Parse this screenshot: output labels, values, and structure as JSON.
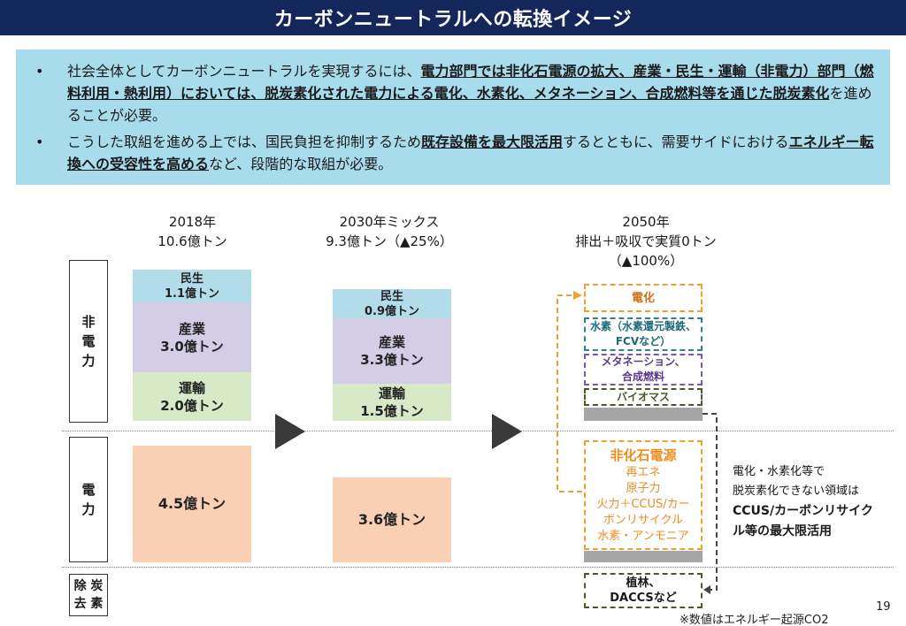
{
  "title": "カーボンニュートラルへの転換イメージ",
  "summary": {
    "bullet_mark": "•",
    "b1_pre": "社会全体としてカーボンニュートラルを実現するには、",
    "b1_bold1": "電力部門では非化石電源の拡大、産業・民生・運輸（非電力）部門（燃料利用・熱利用）においては、脱炭素化された電力による電化、水素化、メタネーション、合成燃料等を通じた脱炭素化",
    "b1_post": "を進めることが必要。",
    "b2_pre": "こうした取組を進める上では、国民負担を抑制するため",
    "b2_bold1": "既存設備を最大限活用",
    "b2_mid": "するとともに、需要サイドにおける",
    "b2_bold2": "エネルギー転換への受容性を高める",
    "b2_post": "など、段階的な取組が必要。"
  },
  "columns": {
    "c2018": {
      "year": "2018年",
      "total": "10.6億トン"
    },
    "c2030": {
      "year": "2030年ミックス",
      "total": "9.3億トン（▲25%）"
    },
    "c2050": {
      "year": "2050年",
      "line1": "排出＋吸収で実質0トン",
      "line2": "（▲100%）"
    }
  },
  "side_labels": {
    "non_power": [
      "非",
      "電",
      "力"
    ],
    "power": [
      "電",
      "力"
    ],
    "removal": [
      "除 炭",
      "去 素"
    ]
  },
  "blocks_2018": {
    "minsei_name": "民生",
    "minsei_val": "1.1億トン",
    "sangyo_name": "産業",
    "sangyo_val": "3.0億トン",
    "unyu_name": "運輸",
    "unyu_val": "2.0億トン",
    "power_val": "4.5億トン"
  },
  "blocks_2030": {
    "minsei_name": "民生",
    "minsei_val": "0.9億トン",
    "sangyo_name": "産業",
    "sangyo_val": "3.3億トン",
    "unyu_name": "運輸",
    "unyu_val": "1.5億トン",
    "power_val": "3.6億トン"
  },
  "blocks_2050": {
    "denka": "電化",
    "suiso_1": "水素（水素還元製鉄、",
    "suiso_2": "FCVなど）",
    "methane_1": "メタネーション、",
    "methane_2": "合成燃料",
    "biomass": "バイオマス",
    "nonfossil_title": "非化石電源",
    "nonfossil_items": [
      "再エネ",
      "原子力",
      "火力＋CCUS/カー",
      "ボンリサイクル",
      "水素・アンモニア"
    ],
    "removal_1": "植林、",
    "removal_2": "DACCSなど"
  },
  "note": {
    "line1": "電化・水素化等で",
    "line2": "脱炭素化できない領域は",
    "line3": "CCUS/カーボンリサイク",
    "line4": "ル等の最大限活用"
  },
  "footnote": "※数値はエネルギー起源CO2",
  "page_number": "19",
  "colors": {
    "title_bg": "#14275a",
    "summary_bg": "#a8dced",
    "minsei": "#b3dceb",
    "sangyo": "#d4cde6",
    "unyu": "#d7e9c7",
    "power": "#fad0b4",
    "orange": "#f0a030",
    "teal": "#2f7f8e",
    "purple": "#7a5aa8",
    "olive": "#4a5a2a"
  }
}
